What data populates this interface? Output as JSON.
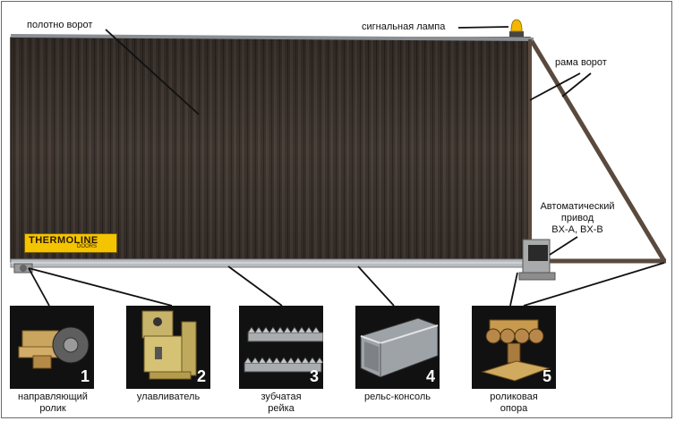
{
  "labels": {
    "gate_leaf": "полотно ворот",
    "signal_lamp": "сигнальная лампа",
    "gate_frame": "рама ворот",
    "automatic_drive_line1": "Автоматический",
    "automatic_drive_line2": "привод",
    "automatic_drive_models": "BX-A, BX-B"
  },
  "logo_text": "THERMOLINE",
  "logo_subtext": "DOORS",
  "parts": [
    {
      "number": "1",
      "label_line1": "направляющий",
      "label_line2": "ролик"
    },
    {
      "number": "2",
      "label_line1": "улавливатель",
      "label_line2": ""
    },
    {
      "number": "3",
      "label_line1": "зубчатая",
      "label_line2": "рейка"
    },
    {
      "number": "4",
      "label_line1": "рельс-консоль",
      "label_line2": ""
    },
    {
      "number": "5",
      "label_line1": "роликовая",
      "label_line2": "опора"
    }
  ],
  "colors": {
    "panel": "#3f3630",
    "frame": "#5a4a3e",
    "lamp": "#f2b700",
    "logo_bg": "#f5c400"
  }
}
